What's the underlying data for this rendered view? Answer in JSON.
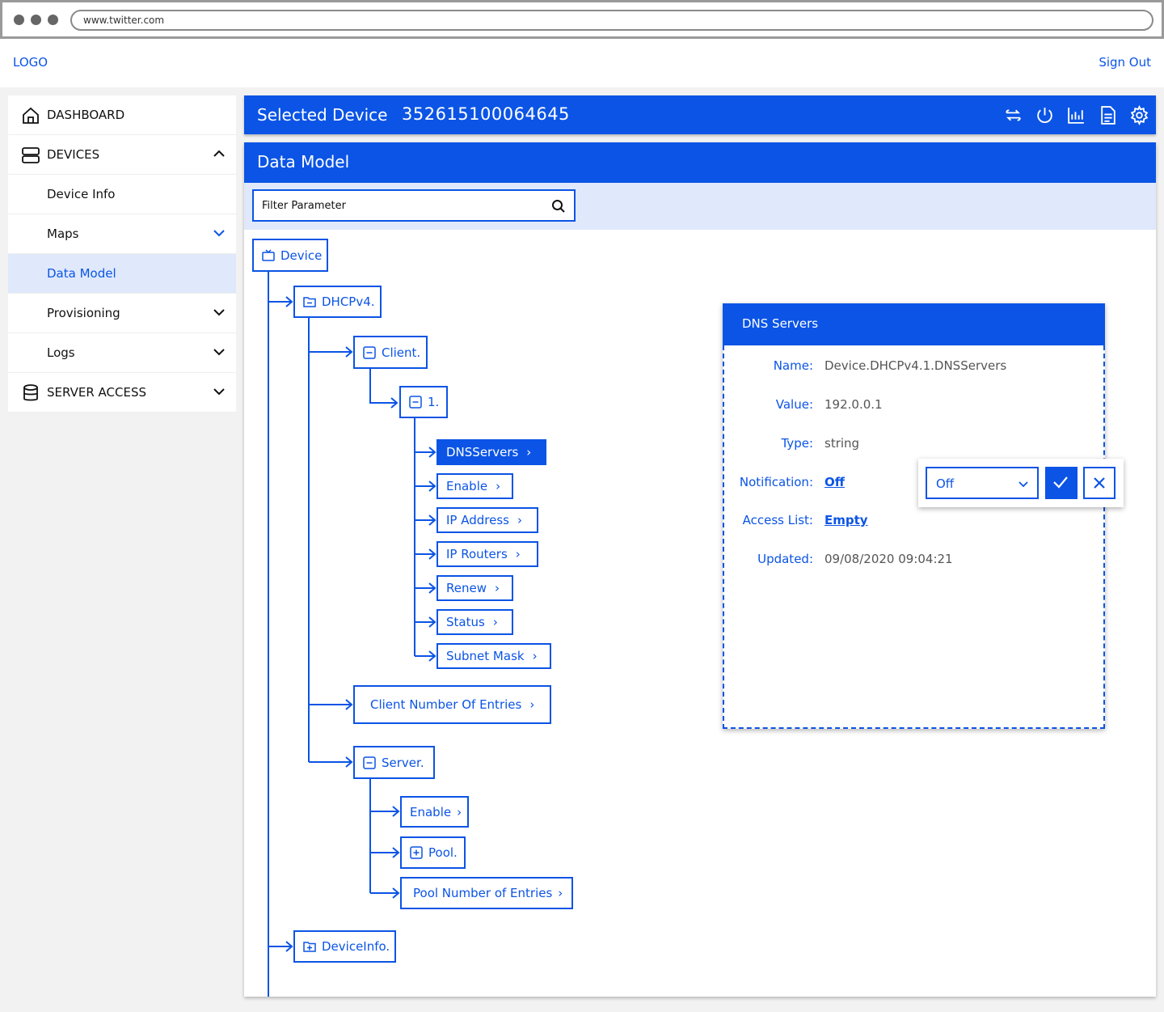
{
  "browser": {
    "url": "www.twitter.com"
  },
  "header": {
    "logo": "LOGO",
    "sign_out": "Sign Out"
  },
  "sidebar": {
    "items": [
      {
        "label": "DASHBOARD",
        "icon": "home-icon"
      },
      {
        "label": "DEVICES",
        "icon": "server-icon",
        "expanded": true
      },
      {
        "label": "Device Info"
      },
      {
        "label": "Maps"
      },
      {
        "label": "Data Model",
        "active": true
      },
      {
        "label": "Provisioning"
      },
      {
        "label": "Logs"
      },
      {
        "label": "SERVER ACCESS",
        "icon": "database-icon"
      }
    ]
  },
  "device_bar": {
    "title": "Selected Device",
    "device_id": "352615100064645",
    "icons": [
      "sync-icon",
      "power-icon",
      "chart-icon",
      "document-icon",
      "gear-icon"
    ]
  },
  "panel": {
    "title": "Data Model",
    "filter_placeholder": "Filter Parameter"
  },
  "tree": {
    "device": "Device",
    "dhcpv4": "DHCPv4.",
    "client": "Client.",
    "one": "1.",
    "params": [
      "DNSServers",
      "Enable",
      "IP Address",
      "IP Routers",
      "Renew",
      "Status",
      "Subnet Mask"
    ],
    "client_entries": "Client Number Of Entries",
    "server": "Server.",
    "server_enable": "Enable",
    "pool": "Pool.",
    "pool_entries": "Pool Number of Entries",
    "device_info": "DeviceInfo."
  },
  "detail": {
    "title": "DNS Servers",
    "name_label": "Name:",
    "name_value": "Device.DHCPv4.1.DNSServers",
    "value_label": "Value:",
    "value_value": "192.0.0.1",
    "type_label": "Type:",
    "type_value": "string",
    "notification_label": "Notification:",
    "notification_value": "Off",
    "access_label": "Access List:",
    "access_value": "Empty",
    "updated_label": "Updated:",
    "updated_value": "09/08/2020 09:04:21"
  },
  "notification_popup": {
    "selected": "Off"
  },
  "colors": {
    "accent": "#0b54e5",
    "active_bg": "#dfe9fb"
  }
}
